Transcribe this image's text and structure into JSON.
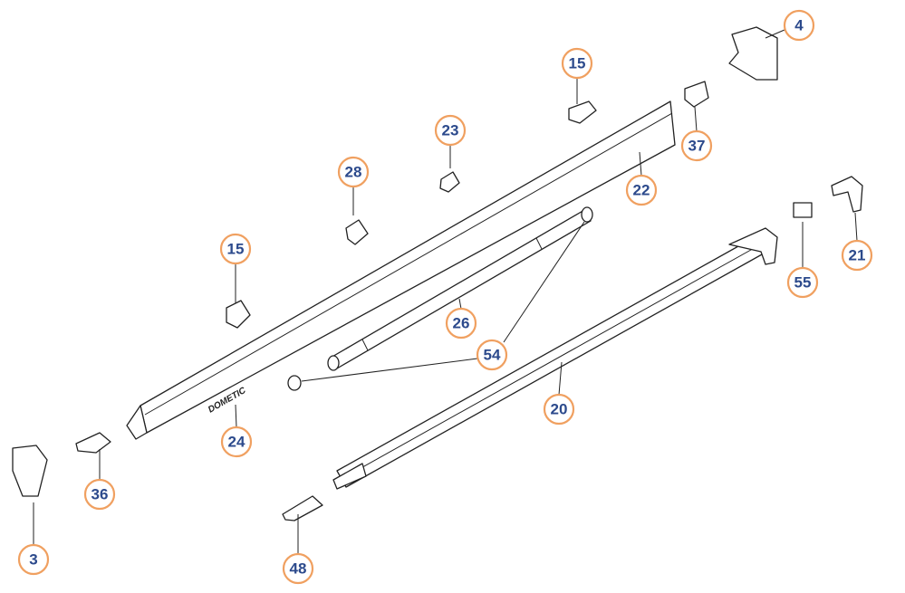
{
  "title": "Awning exploded parts diagram",
  "brand_mark": "DOMETIC",
  "colors": {
    "ring": "#f0a060",
    "number": "#2c4a8c",
    "line": "#222222"
  },
  "callouts": [
    {
      "id": "4",
      "part": "end-cap-right"
    },
    {
      "id": "15",
      "part": "bracket-top"
    },
    {
      "id": "37",
      "part": "clip-right"
    },
    {
      "id": "23",
      "part": "clip-center"
    },
    {
      "id": "28",
      "part": "clip-left"
    },
    {
      "id": "22",
      "part": "front-cover"
    },
    {
      "id": "15",
      "part": "bracket-left"
    },
    {
      "id": "21",
      "part": "arm-fitting"
    },
    {
      "id": "55",
      "part": "small-block"
    },
    {
      "id": "26",
      "part": "roller-tube"
    },
    {
      "id": "54",
      "part": "tube-end-caps"
    },
    {
      "id": "20",
      "part": "lead-rail"
    },
    {
      "id": "24",
      "part": "cassette-housing"
    },
    {
      "id": "36",
      "part": "clip-lower"
    },
    {
      "id": "3",
      "part": "end-cap-left"
    },
    {
      "id": "48",
      "part": "rail-end-fitting"
    }
  ]
}
